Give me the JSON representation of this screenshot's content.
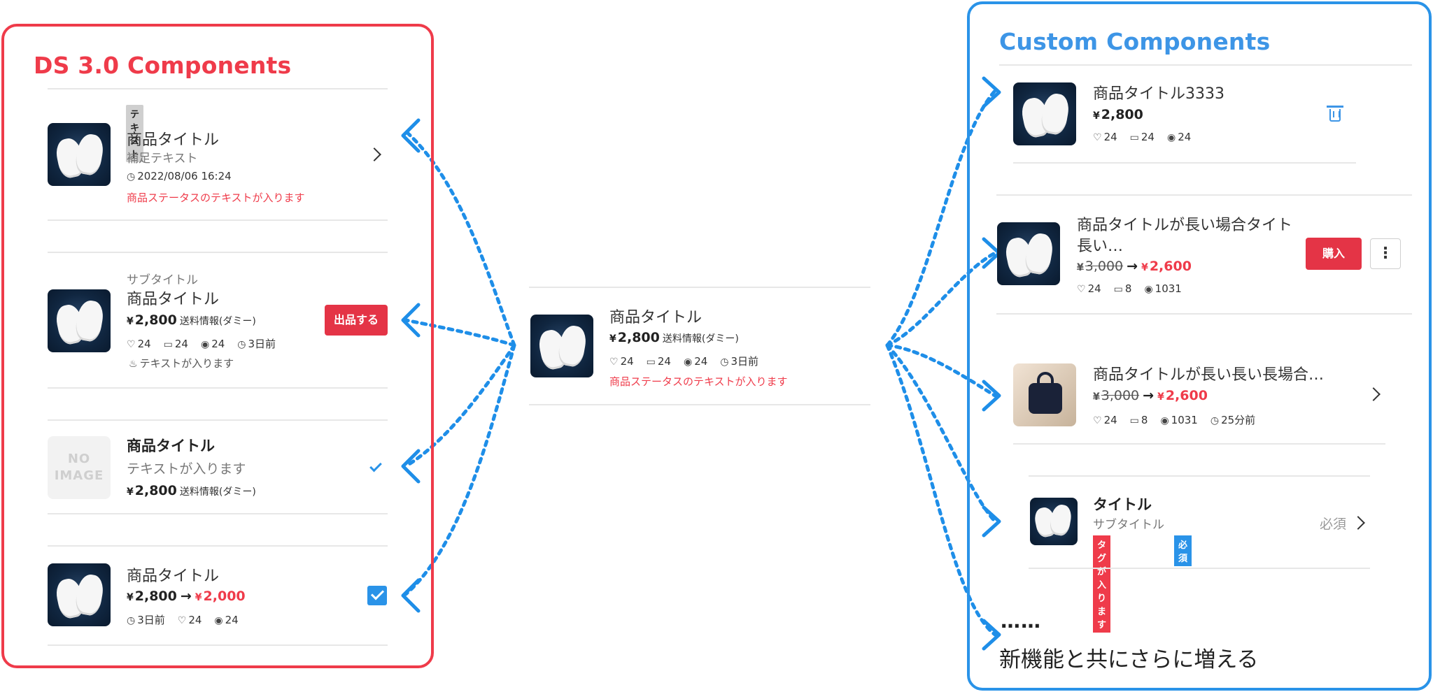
{
  "panels": {
    "ds": {
      "title": "DS 3.0 Components"
    },
    "custom": {
      "title": "Custom Components"
    }
  },
  "colors": {
    "ds_border": "#ef3b4a",
    "custom_border": "#2a93e8",
    "connector": "#1e8ee8",
    "price_red": "#ef3b4a"
  },
  "ds_items": [
    {
      "tag": "テキスト",
      "title": "商品タイトル",
      "sub": "補足テキスト",
      "datetime": "2022/08/06 16:24",
      "status": "商品ステータスのテキストが入ります",
      "trailing_icon": "chevron-right-icon"
    },
    {
      "subtitle": "サブタイトル",
      "title": "商品タイトル",
      "price": "2,800",
      "shipping": "送料情報(ダミー)",
      "likes": "24",
      "comments": "24",
      "views": "24",
      "time": "3日前",
      "note": "テキストが入ります",
      "button": "出品する"
    },
    {
      "noimage": "NO IMAGE",
      "title": "商品タイトル",
      "sub": "テキストが入ります",
      "price": "2,800",
      "shipping": "送料情報(ダミー)",
      "trailing_icon": "checkmark-icon"
    },
    {
      "title": "商品タイトル",
      "price_old": "2,800",
      "price_new": "2,000",
      "time": "3日前",
      "likes": "24",
      "views": "24",
      "trailing_icon": "checkbox-checked-icon"
    }
  ],
  "center_item": {
    "title": "商品タイトル",
    "price": "2,800",
    "shipping": "送料情報(ダミー)",
    "likes": "24",
    "comments": "24",
    "views": "24",
    "time": "3日前",
    "status": "商品ステータスのテキストが入ります"
  },
  "custom_items": [
    {
      "title": "商品タイトル3333",
      "price": "2,800",
      "likes": "24",
      "comments": "24",
      "views": "24",
      "trailing_icon": "trash-icon"
    },
    {
      "title_line1": "商品タイトルが長い場合タイト",
      "title_line2": "長い…",
      "price_old": "3,000",
      "price_new": "2,600",
      "likes": "24",
      "comments": "8",
      "views": "1031",
      "button": "購入",
      "more": "⋮"
    },
    {
      "title": "商品タイトルが長い長い長場合…",
      "price_old": "3,000",
      "price_new": "2,600",
      "likes": "24",
      "comments": "8",
      "views": "1031",
      "time": "25分前",
      "trailing_icon": "chevron-right-icon"
    },
    {
      "title": "タイトル",
      "sub": "サブタイトル",
      "tag_red": "タグが入ります",
      "tag_blue": "必須",
      "right_label": "必須"
    }
  ],
  "currency": "¥",
  "footer": {
    "dots": "……",
    "text": "新機能と共にさらに増える"
  }
}
